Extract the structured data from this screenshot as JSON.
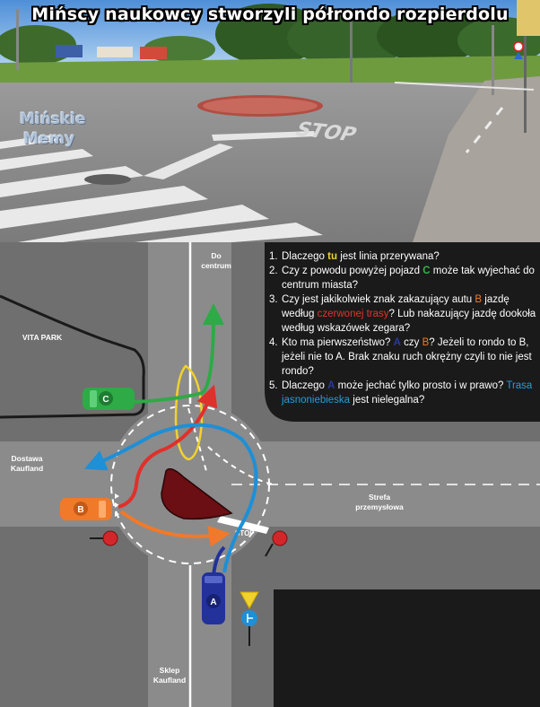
{
  "meme": {
    "title": "Mińscy naukowcy stworzyli półrondo rozpierdolu",
    "watermark_line1": "Mińskie",
    "watermark_line2": "Memy"
  },
  "photo": {
    "road_marking": "STOP"
  },
  "diagram": {
    "labels": {
      "do_centrum_1": "Do",
      "do_centrum_2": "centrum",
      "vita_park": "VITA PARK",
      "dostawa_1": "Dostawa",
      "dostawa_2": "Kaufland",
      "strefa_1": "Strefa",
      "strefa_2": "przemysłowa",
      "sklep_1": "Sklep",
      "sklep_2": "Kaufland",
      "stop_marking": "STOP"
    },
    "cars": {
      "a": "A",
      "b": "B",
      "c": "C"
    },
    "colors": {
      "road": "#8b8b8b",
      "background": "#6f6f6f",
      "black_area": "#1a1a1a",
      "island": "#6b0f14",
      "green": "#2eaa46",
      "red": "#e0302b",
      "blue": "#1f8fd6",
      "orange": "#f07a2a",
      "yellow": "#f2d22c",
      "navy": "#22329a"
    },
    "questions": {
      "q1_pre": "Dlaczego ",
      "q1_hl": "tu",
      "q1_post": " jest linia przerywana?",
      "q2_pre": "Czy z powodu powyżej pojazd ",
      "q2_hl": "C",
      "q2_post": " może tak wyjechać do centrum miasta?",
      "q3_pre": "Czy jest jakikolwiek znak zakazujący autu ",
      "q3_hl1": "B",
      "q3_mid": " jazdę według ",
      "q3_hl2": "czerwonej trasy",
      "q3_post": "? Lub nakazujący jazdę dookoła według wskazówek zegara?",
      "q4_pre": "Kto ma pierwszeństwo? ",
      "q4_hl1": "A",
      "q4_mid": " czy ",
      "q4_hl2": "B",
      "q4_post": "? Jeżeli to rondo to B, jeżeli nie to A. Brak znaku ruch okrężny czyli to nie jest rondo?",
      "q5_pre": "Dlaczego ",
      "q5_hl": "A",
      "q5_post": " może jechać tylko prosto i w prawo? ",
      "q5_hl2": "Trasa jasnoniebieska",
      "q5_end": " jest nielegalna?",
      "numbers": [
        "1.",
        "2.",
        "3.",
        "4.",
        "5."
      ]
    }
  }
}
